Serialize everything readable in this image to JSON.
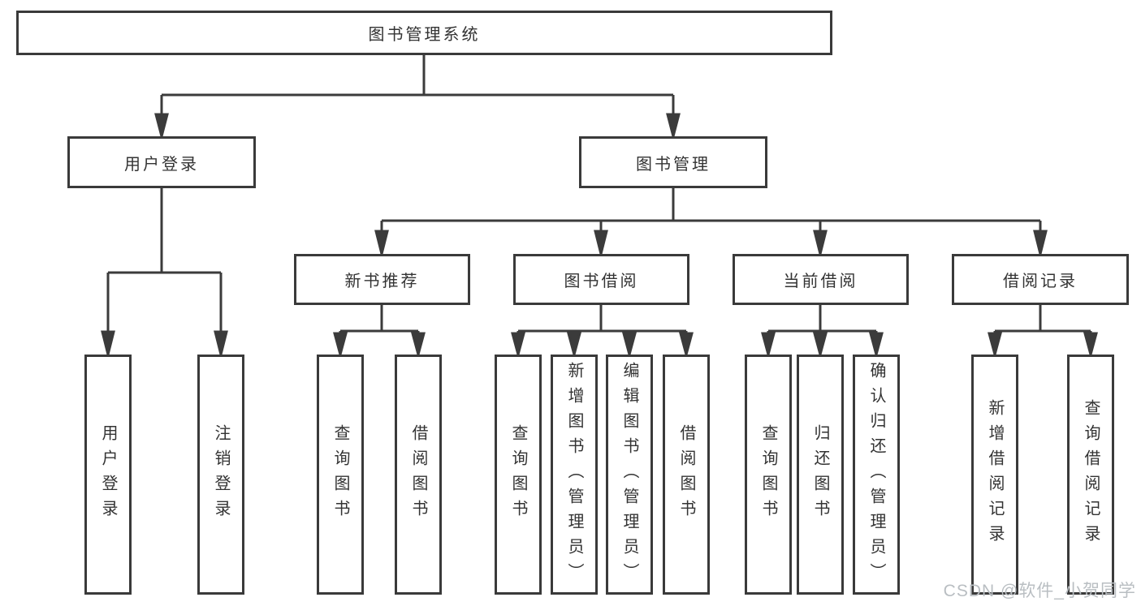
{
  "tree": {
    "root": {
      "label": "图书管理系统",
      "children": [
        {
          "label": "用户登录",
          "children": [
            {
              "label": "用户登录"
            },
            {
              "label": "注销登录"
            }
          ]
        },
        {
          "label": "图书管理",
          "children": [
            {
              "label": "新书推荐",
              "children": [
                {
                  "label": "查询图书"
                },
                {
                  "label": "借阅图书"
                }
              ]
            },
            {
              "label": "图书借阅",
              "children": [
                {
                  "label": "查询图书"
                },
                {
                  "label": "新增图书（管理员）"
                },
                {
                  "label": "编辑图书（管理员）"
                },
                {
                  "label": "借阅图书"
                }
              ]
            },
            {
              "label": "当前借阅",
              "children": [
                {
                  "label": "查询图书"
                },
                {
                  "label": "归还图书"
                },
                {
                  "label": "确认归还（管理员）"
                }
              ]
            },
            {
              "label": "借阅记录",
              "children": [
                {
                  "label": "新增借阅记录"
                },
                {
                  "label": "查询借阅记录"
                }
              ]
            }
          ]
        }
      ]
    }
  },
  "watermark": {
    "text": "CSDN @软件_小贺同学"
  },
  "colors": {
    "line": "#3b3b3b",
    "text": "#333333",
    "watermark": "#b9bec2",
    "background": "#ffffff"
  }
}
